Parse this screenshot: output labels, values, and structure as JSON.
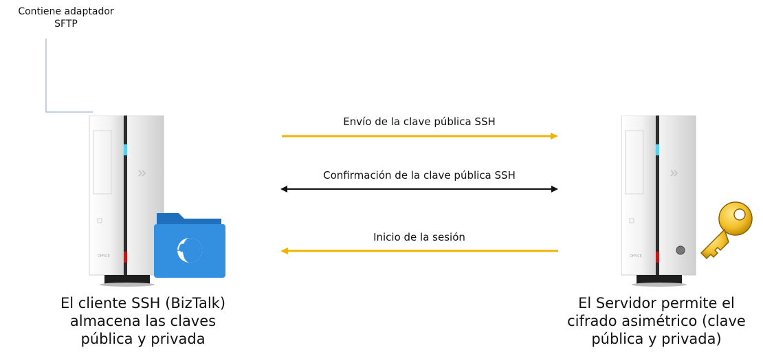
{
  "note": {
    "line1": "Contiene adaptador",
    "line2": "SFTP"
  },
  "client": {
    "caption_line1": "El cliente SSH (BizTalk)",
    "caption_line2": "almacena las claves",
    "caption_line3": "pública y privada"
  },
  "server": {
    "caption_line1": "El Servidor permite el",
    "caption_line2": "cifrado asimétrico (clave",
    "caption_line3": "pública y privada)"
  },
  "messages": [
    {
      "label": "Envío de la clave pública SSH",
      "direction": "right",
      "color": "#f0b400"
    },
    {
      "label": "Confirmación de la clave pública SSH",
      "direction": "both",
      "color": "#111111"
    },
    {
      "label": "Inicio de la sesión",
      "direction": "left",
      "color": "#f0b400"
    }
  ],
  "colors": {
    "accent_gold": "#f0b400",
    "folder_blue": "#2f87d8",
    "note_line": "#8aa3c4"
  },
  "icons": {
    "client_tower": "desktop-tower-icon",
    "server_tower": "desktop-tower-icon",
    "folder": "network-folder-icon",
    "key": "key-icon"
  }
}
